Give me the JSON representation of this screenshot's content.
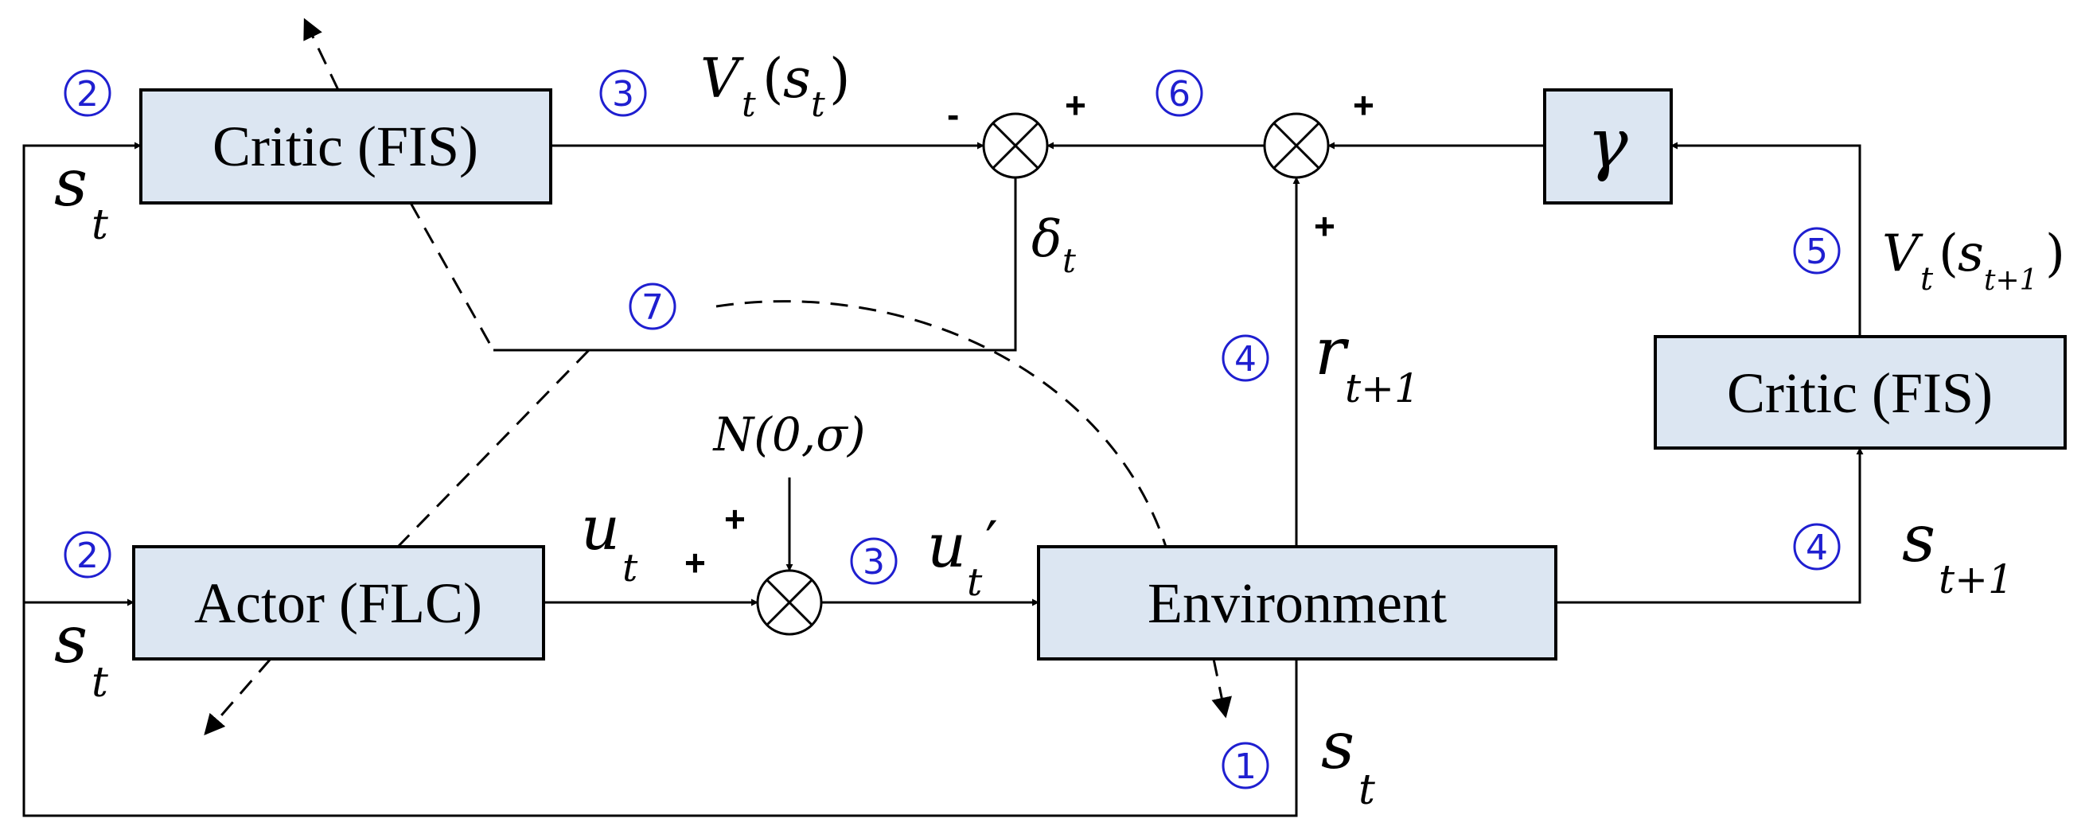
{
  "blocks": {
    "critic_top": "Critic  (FIS)",
    "critic_right": "Critic  (FIS)",
    "actor": "Actor  (FLC)",
    "environment": "Environment",
    "gamma": "γ"
  },
  "signals": {
    "s": "s",
    "t": "t",
    "u": "u",
    "prime": "′",
    "V": "V",
    "r": "r",
    "delta": "δ",
    "t_plus_1": "t+1",
    "lparen": "(",
    "rparen": ")",
    "noise": "N(0,σ)"
  },
  "signs": {
    "plus": "+",
    "minus": "-"
  },
  "steps": {
    "one": "1",
    "two": "2",
    "three": "3",
    "four": "4",
    "five": "5",
    "six": "6",
    "seven": "7"
  }
}
